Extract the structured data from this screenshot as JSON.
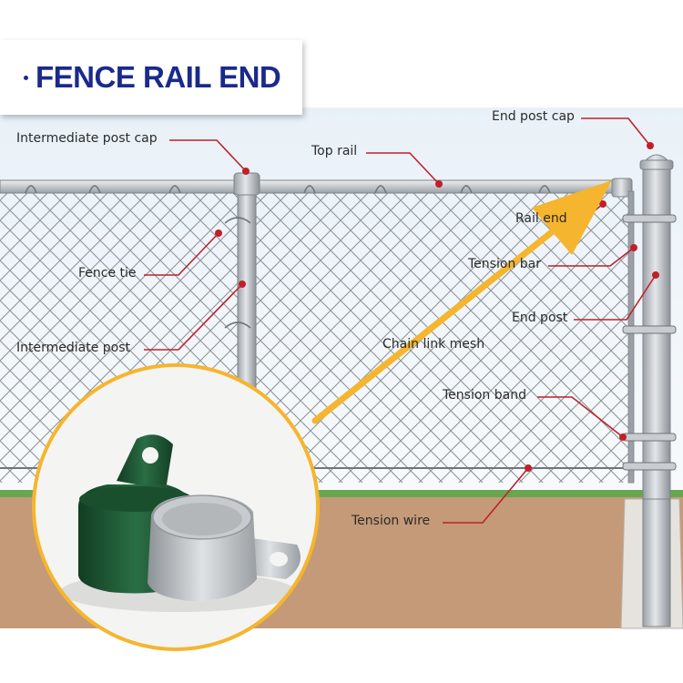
{
  "title": "FENCE RAIL END",
  "labels": {
    "intermediate_post_cap": "Intermediate post cap",
    "top_rail": "Top rail",
    "end_post_cap": "End post cap",
    "rail_end": "Rail end",
    "tension_bar": "Tension bar",
    "fence_tie": "Fence tie",
    "end_post": "End post",
    "intermediate_post": "Intermediate post",
    "chain_link_mesh": "Chain link mesh",
    "tension_band": "Tension band",
    "tension_wire": "Tension wire"
  },
  "colors": {
    "title": "#1a2a8c",
    "leader": "#c0202a",
    "arrow": "#f5b52e",
    "ring": "#f5b52e",
    "green_part": "#1f5a34",
    "steel": "#b9bdc1"
  }
}
